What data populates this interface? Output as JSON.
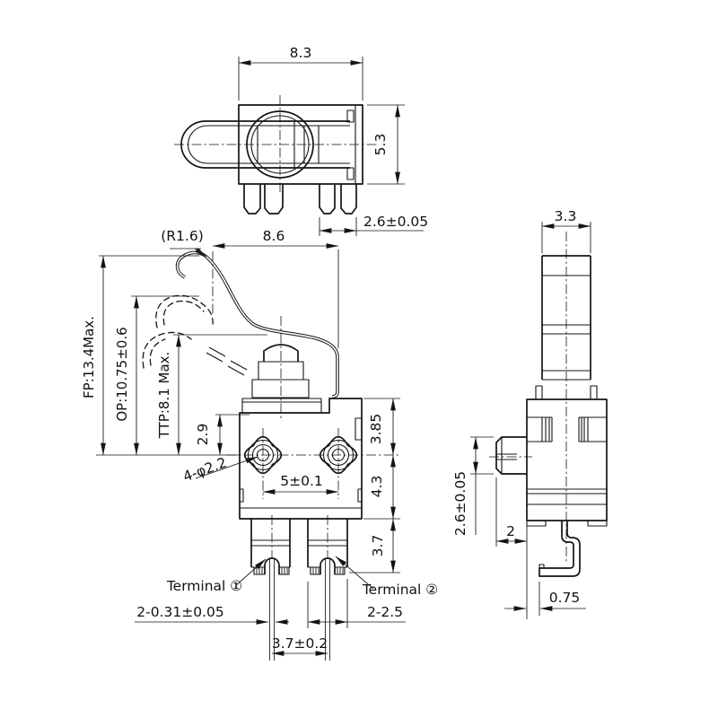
{
  "drawing": {
    "top_view": {
      "dim_body_width": "8.3",
      "dim_body_depth": "5.3",
      "dim_terminal_width": "2.6±0.05"
    },
    "front_view": {
      "lever_radius": "(R1.6)",
      "dim_lever_span": "8.6",
      "dim_free_position": "FP:13.4Max.",
      "dim_operating_position": "OP:10.75±0.6",
      "dim_total_travel_position": "TTP:8.1 Max.",
      "dim_hole_offset": "2.9",
      "hole_callout": "4-φ2.2",
      "dim_hole_pitch": "5±0.1",
      "dim_body_upper": "3.85",
      "dim_body_lower": "4.3",
      "dim_terminal_height": "3.7",
      "terminal1_label": "Terminal ①",
      "terminal2_label": "Terminal ②",
      "dim_terminal_thickness": "2-0.31±0.05",
      "dim_terminal_width": "2-2.5",
      "dim_terminal_pitch": "3.7±0.2"
    },
    "side_view": {
      "dim_lever_width": "3.3",
      "dim_tab_height": "2.6±0.05",
      "dim_tab_offset": "2",
      "dim_lead_protrusion": "0.75"
    }
  }
}
